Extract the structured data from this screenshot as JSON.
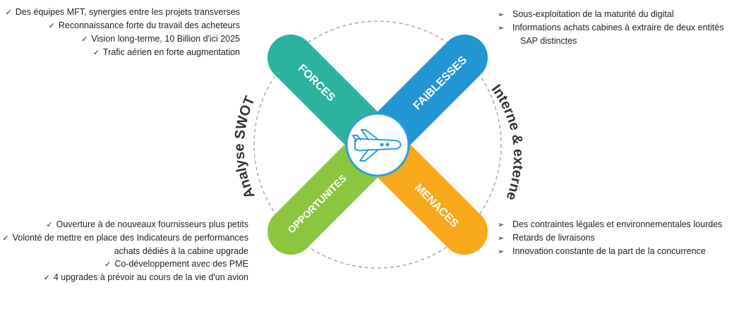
{
  "diagram": {
    "center_icon": "airplane-icon",
    "left_arc_label": "Analyse SWOT",
    "right_arc_label": "Interne & externe",
    "quadrants": {
      "forces": {
        "label": "FORCES",
        "color": "#2BB3A0"
      },
      "faiblesses": {
        "label": "FAIBLESSES",
        "color": "#2196D3"
      },
      "opportunites": {
        "label": "OPPORTUNITES",
        "color": "#8CC63F"
      },
      "menaces": {
        "label": "MENACES",
        "color": "#F7A81B"
      }
    }
  },
  "forces": {
    "bullet": "✓",
    "items": [
      "Des équipes MFT, synergies entre les projets transverses",
      "Reconnaissance forte du travail des acheteurs",
      "Vision long-terme, 10 Billion d'ici 2025",
      "Trafic aérien en forte augmentation"
    ]
  },
  "opportunites": {
    "bullet": "✓",
    "items": [
      "Ouverture à de nouveaux fournisseurs plus petits",
      "Volonté de mettre en place des Indicateurs de performances achats dédiés à la cabine upgrade",
      "Co-développement avec des PME",
      "4 upgrades à prévoir au cours de la vie d'un avion"
    ]
  },
  "faiblesses": {
    "bullet": "➢",
    "items": [
      "Sous-exploitation de la maturité du digital",
      "Informations achats cabines à extraire de deux entités SAP distinctes"
    ]
  },
  "menaces": {
    "bullet": "➢",
    "items": [
      "Des contraintes légales et environnementales lourdes",
      "Retards de livraisons",
      "Innovation constante de la part de la concurrence"
    ]
  }
}
